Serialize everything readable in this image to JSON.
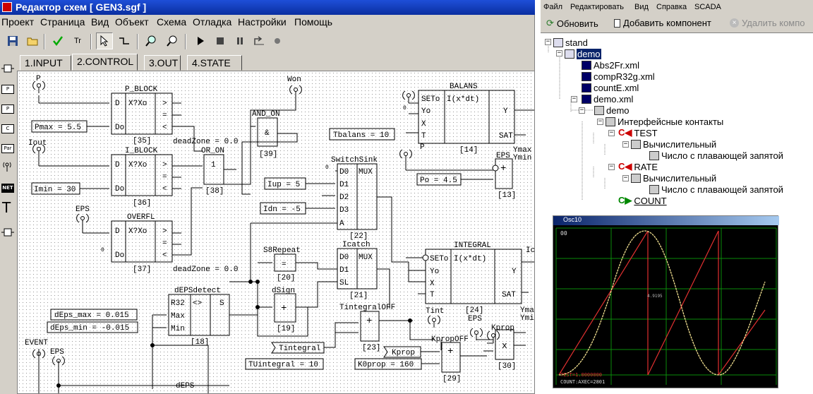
{
  "editor": {
    "title": "Редактор схем [ GEN3.sgf ]",
    "menu": [
      "Проект",
      "Страница",
      "Вид",
      "Объект",
      "Схема",
      "Отладка",
      "Настройки",
      "Помощь"
    ],
    "toolbar": {
      "icons": [
        "save-icon",
        "open-icon",
        "check-icon",
        "tr-icon",
        "pointer-icon",
        "connect-icon",
        "zoom-in-icon",
        "zoom-out-icon",
        "run-icon",
        "stop-icon",
        "pause-icon",
        "step-icon",
        "record-icon"
      ],
      "tr_label": "Tr"
    },
    "left_palette": [
      "P",
      "P",
      "C",
      "Par",
      "NET",
      "T"
    ],
    "tabs": [
      "1.INPUT",
      "2.CONTROL",
      "3.OUT",
      "4.STATE"
    ],
    "active_tab": "2.CONTROL",
    "schema": {
      "labels": {
        "p_top": "P",
        "won": "Won",
        "iout": "Iout",
        "eps1": "EPS",
        "event": "EVENT",
        "eps2": "EPS",
        "p_block": "P_BLOCK",
        "i_block": "I_BLOCK",
        "overfl": "OVERFL",
        "and_on": "AND_ON",
        "or_on": "OR_ON",
        "deadzone1": "deadZone = 0.0",
        "deadzone2": "deadZone = 0.0",
        "switchsink": "SwitchSink",
        "icatch": "Icatch",
        "s8repeat": "S8Repeat",
        "dsign": "dSign",
        "depsdetect": "dEPSdetect",
        "balans": "BALANS",
        "integral": "INTEGRAL",
        "ic": "Ic",
        "p_right": "P",
        "eps_right": "EPS",
        "ymax": "Ymax",
        "ymin": "Ymin",
        "ymax2": "Ymax",
        "ymin2": "Ymin",
        "tint": "Tint",
        "eps3": "EPS",
        "kprop": "Kprop",
        "tintegraloff": "TintegralOFF",
        "kpropoff": "KpropOFF",
        "deps": "dEPS"
      },
      "params": {
        "pmax": "Pmax = 5.5",
        "imin": "Imin = 30",
        "iup": "Iup = 5",
        "idn": "Idn = -5",
        "tbalans": "Tbalans = 10",
        "po": "Po = 4.5",
        "deps_max": "dEps_max = 0.015",
        "deps_min": "dEps_min = -0.015",
        "tintegral": "Tintegral",
        "tuintegral": "TUintegral = 10",
        "kprop_in": "Kprop",
        "k0prop": "K0prop = 160"
      },
      "block_ids": {
        "b35": "[35]",
        "b36": "[36]",
        "b37": "[37]",
        "b39": "[39]",
        "b38": "[38]",
        "b22": "[22]",
        "b21": "[21]",
        "b20": "[20]",
        "b19": "[19]",
        "b18": "[18]",
        "b14": "[14]",
        "b13": "[13]",
        "b24": "[24]",
        "b23": "[23]",
        "b29": "[29]",
        "b30": "[30]"
      },
      "pins": {
        "d": "D",
        "do": "Do",
        "xxo": "X?Xo",
        "gt": ">",
        "eq": "=",
        "lt": "<",
        "amp": "&",
        "one": "1",
        "d0": "D0",
        "d1": "D1",
        "d2": "D2",
        "d3": "D3",
        "a": "A",
        "mux": "MUX",
        "sl": "SL",
        "r32": "R32",
        "max": "Max",
        "min": "Min",
        "neq": "<>",
        "s": "S",
        "seto": "SETo",
        "yo": "Yo",
        "x": "X",
        "t": "T",
        "ixdt": "I(x*dt)",
        "y": "Y",
        "sat": "SAT",
        "plus": "+",
        "mult": "x",
        "zero": "0"
      }
    }
  },
  "explorer": {
    "menu": [
      "Файл",
      "Редактировать",
      "Вид",
      "Справка",
      "SCADA"
    ],
    "toolbar": {
      "refresh": "Обновить",
      "add": "Добавить компонент",
      "remove": "Удалить компо"
    },
    "tree": [
      {
        "label": "stand"
      },
      {
        "label": "demo"
      },
      {
        "label": "Abs2Fr.xml"
      },
      {
        "label": "compR32g.xml"
      },
      {
        "label": "countE.xml"
      },
      {
        "label": "demo.xml"
      },
      {
        "label": "demo"
      },
      {
        "label": "Интерфейсные контакты"
      },
      {
        "label": "TEST"
      },
      {
        "label": "Вычислительный"
      },
      {
        "label": "Число с плавающей запятой"
      },
      {
        "label": "RATE"
      },
      {
        "label": "Вычислительный"
      },
      {
        "label": "Число с плавающей запятой"
      },
      {
        "label": "COUNT"
      }
    ]
  },
  "osc": {
    "title": "Osc10",
    "top_value": "00",
    "mid_label": "4.9195",
    "bottom_line1": "TEST=1.0000000",
    "bottom_line2": "COUNT:AXEC=2801"
  }
}
